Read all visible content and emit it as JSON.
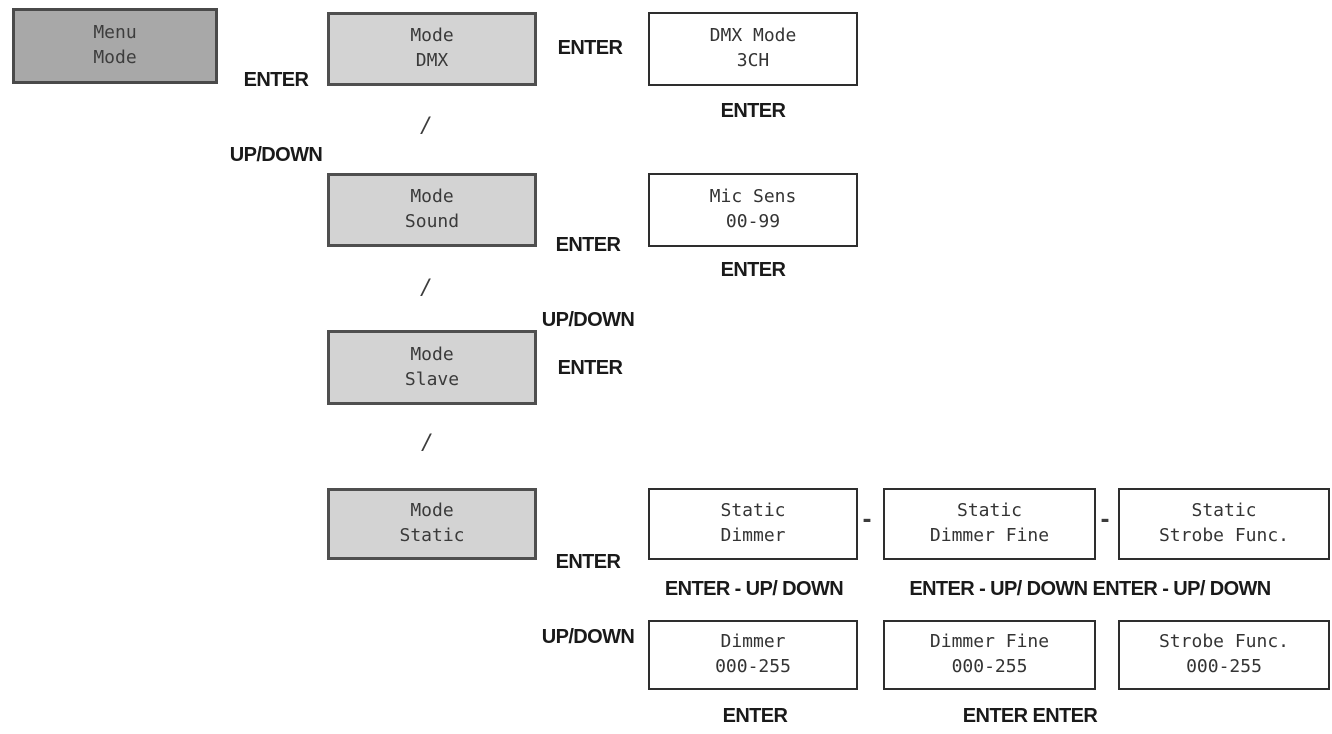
{
  "diagram_type": "menu-flow",
  "colors": {
    "menu_box_fill": "#a8a8a8",
    "mode_box_fill": "#d3d3d3",
    "value_box_fill": "#ffffff",
    "box_border": "#4a4a4a",
    "value_box_border": "#2e2e2e",
    "lcd_text": "#3a3a3a",
    "label_text": "#1a1a1a",
    "background": "#ffffff"
  },
  "screens": {
    "menu_mode": {
      "line1": "Menu",
      "line2": "Mode"
    },
    "mode_dmx": {
      "line1": "Mode",
      "line2": "DMX"
    },
    "dmx_mode_3ch": {
      "line1": "DMX Mode",
      "line2": "3CH"
    },
    "mode_sound": {
      "line1": "Mode",
      "line2": "Sound"
    },
    "mic_sens": {
      "line1": "Mic Sens",
      "line2": "00-99"
    },
    "mode_slave": {
      "line1": "Mode",
      "line2": "Slave"
    },
    "mode_static": {
      "line1": "Mode",
      "line2": "Static"
    },
    "static_dimmer": {
      "line1": "Static",
      "line2": "Dimmer"
    },
    "static_dimmer_fine": {
      "line1": "Static",
      "line2": "Dimmer Fine"
    },
    "static_strobe_func": {
      "line1": "Static",
      "line2": "Strobe Func."
    },
    "dimmer_range": {
      "line1": "Dimmer",
      "line2": "000-255"
    },
    "dimmer_fine_range": {
      "line1": "Dimmer Fine",
      "line2": "000-255"
    },
    "strobe_func_range": {
      "line1": "Strobe Func.",
      "line2": "000-255"
    }
  },
  "labels": {
    "enter": "ENTER",
    "up_down": "UP/DOWN",
    "enter_up_down": "ENTER - UP/ DOWN",
    "enter_up_down_double": "ENTER - UP/ DOWN ENTER - UP/ DOWN",
    "enter_enter": "ENTER ENTER",
    "slash": "/",
    "dash": "-"
  }
}
